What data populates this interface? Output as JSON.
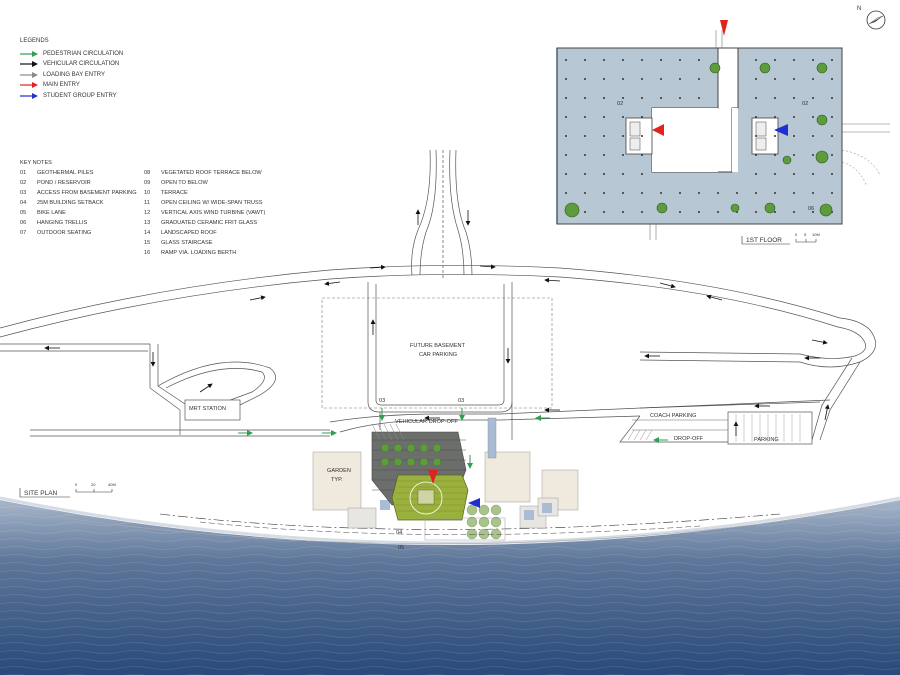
{
  "legend": {
    "heading": "LEGENDS",
    "items": [
      {
        "label": "PEDESTRIAN CIRCULATION",
        "color": "#2e9e4f",
        "icon": "green-arrow-icon"
      },
      {
        "label": "VEHICULAR CIRCULATION",
        "color": "#111111",
        "icon": "black-arrow-icon"
      },
      {
        "label": "LOADING BAY ENTRY",
        "color": "#8a8a8a",
        "icon": "grey-arrow-icon"
      },
      {
        "label": "MAIN ENTRY",
        "color": "#e0241d",
        "icon": "red-arrow-icon"
      },
      {
        "label": "STUDENT GROUP ENTRY",
        "color": "#1f2fd1",
        "icon": "blue-arrow-icon"
      }
    ]
  },
  "key_notes": {
    "heading": "KEY NOTES",
    "left": [
      {
        "num": "01",
        "text": "GEOTHERMAL PILES"
      },
      {
        "num": "02",
        "text": "POND / RESERVOIR"
      },
      {
        "num": "03",
        "text": "ACCESS FROM BASEMENT PARKING"
      },
      {
        "num": "04",
        "text": "25M BUILDING SETBACK"
      },
      {
        "num": "05",
        "text": "BIKE LANE"
      },
      {
        "num": "06",
        "text": "HANGING TRELLIS"
      },
      {
        "num": "07",
        "text": "OUTDOOR SEATING"
      }
    ],
    "right": [
      {
        "num": "08",
        "text": "VEGETATED ROOF TERRACE BELOW"
      },
      {
        "num": "09",
        "text": "OPEN TO BELOW"
      },
      {
        "num": "10",
        "text": "TERRACE"
      },
      {
        "num": "11",
        "text": "OPEN CEILING W/ WIDE-SPAN TRUSS"
      },
      {
        "num": "12",
        "text": "VERTICAL AXIS WIND TURBINE (VAWT)"
      },
      {
        "num": "13",
        "text": "GRADUATED CERAMIC FRIT GLASS"
      },
      {
        "num": "14",
        "text": "LANDSCAPED ROOF"
      },
      {
        "num": "15",
        "text": "GLASS STAIRCASE"
      },
      {
        "num": "16",
        "text": "RAMP VIA. LOADING BERTH"
      }
    ]
  },
  "site_labels": {
    "basement": "FUTURE BASEMENT",
    "car_parking": "CAR PARKING",
    "mrt": "MRT STATION",
    "drop_off_vehicular": "VEHICULAR DROP-OFF",
    "coach": "COACH PARKING",
    "dropoff": "DROP-OFF",
    "parking": "PARKING",
    "garden": "GARDEN",
    "typ": "TYP.",
    "n03a": "03",
    "n03b": "03",
    "n04": "04",
    "n05": "05"
  },
  "site_plan": {
    "title": "SITE PLAN",
    "scale_0": "0",
    "scale_1": "20",
    "scale_2": "40M"
  },
  "floor_plan": {
    "title": "1ST FLOOR",
    "scale_0": "0",
    "scale_1": "5",
    "scale_2": "10M",
    "n02a": "02",
    "n02b": "02",
    "n06": "06"
  },
  "north": {
    "label": "N"
  },
  "colors": {
    "water_top": "#8ea2be",
    "water_bottom": "#2c4d7c",
    "floor_fill": "#b7c7d3",
    "roof_green": "#9bb13d",
    "building_grey": "#6c6e6c"
  }
}
